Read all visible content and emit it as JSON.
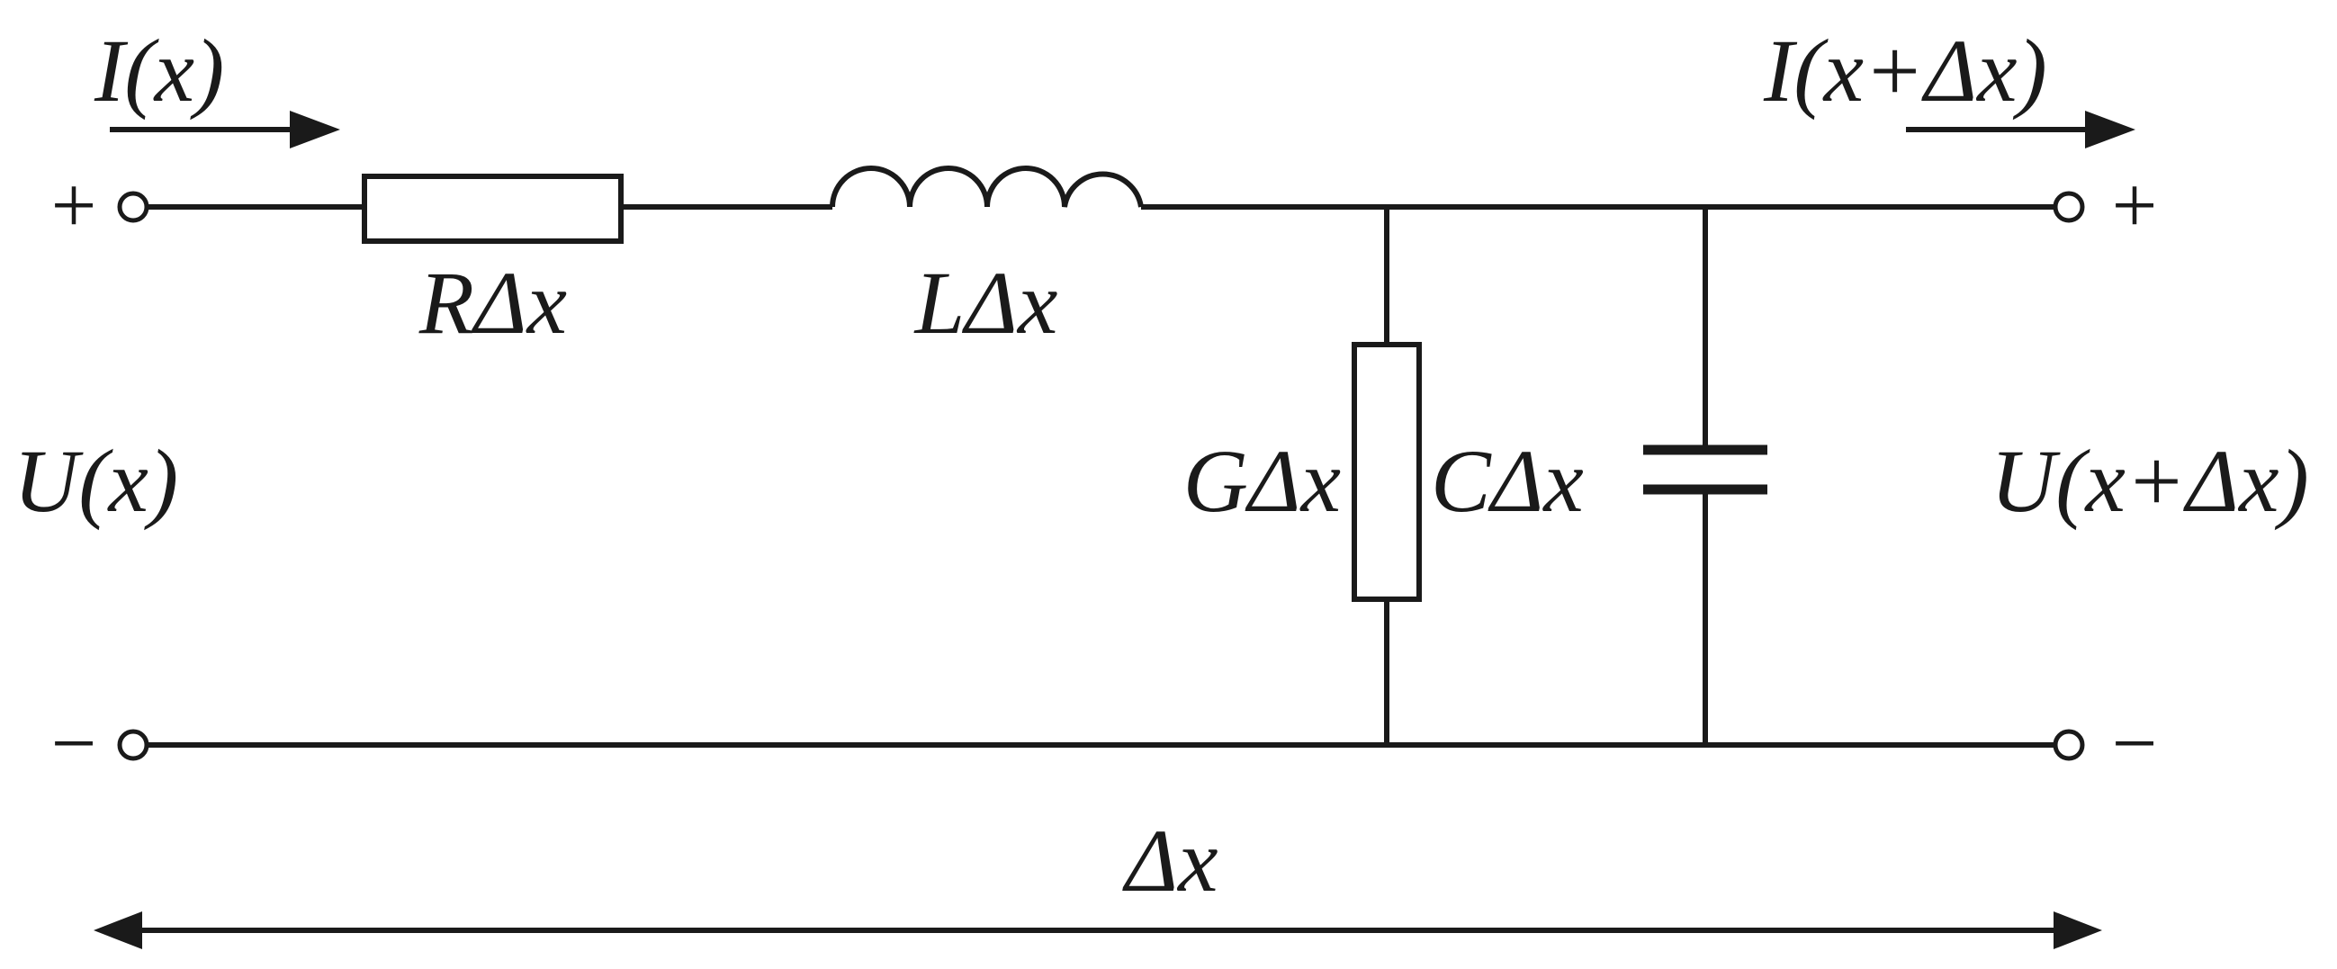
{
  "labels": {
    "current_in": "I(x)",
    "current_out": "I(x+Δx)",
    "voltage_in": "U(x)",
    "voltage_out": "U(x+Δx)",
    "resistor": "RΔx",
    "inductor": "LΔx",
    "conductance": "GΔx",
    "capacitor": "CΔx",
    "length": "Δx"
  },
  "terminals": {
    "top_left_sign": "+",
    "top_right_sign": "+",
    "bottom_left_sign": "−",
    "bottom_right_sign": "−"
  }
}
